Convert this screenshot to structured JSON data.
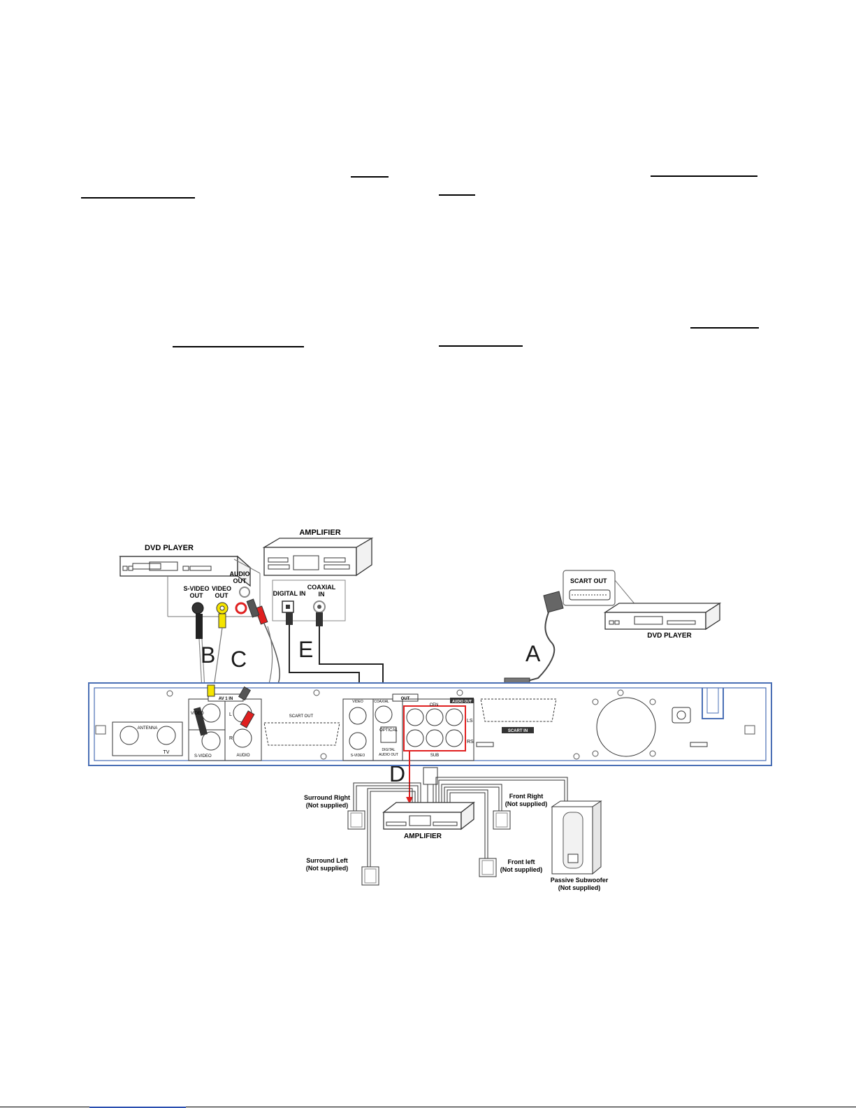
{
  "devices": {
    "dvd_player_left": "DVD PLAYER",
    "amplifier_top": "AMPLIFIER",
    "scart_out_device": "SCART OUT",
    "dvd_player_right": "DVD PLAYER",
    "amplifier_bottom": "AMPLIFIER"
  },
  "dvd_ports": {
    "svideo_out_1": "S-VIDEO",
    "svideo_out_2": "OUT",
    "video_out_1": "VIDEO",
    "video_out_2": "OUT",
    "audio_out_1": "AUDIO",
    "audio_out_2": "OUT"
  },
  "amp_ports": {
    "digital_in": "DIGITAL IN",
    "coaxial_in_1": "COAXIAL",
    "coaxial_in_2": "IN"
  },
  "connection_letters": {
    "a": "A",
    "b": "B",
    "c": "C",
    "d": "D",
    "e": "E"
  },
  "rear_panel": {
    "antenna": "ANTENNA",
    "tv": "TV",
    "av1_in": "AV 1 IN",
    "video": "VIDEO",
    "s_video": "S-VIDEO",
    "l": "L",
    "r": "R",
    "audio": "AUDIO",
    "scart_out": "SCART OUT",
    "video_b": "VIDEO",
    "s_video_b": "S-VIDEO",
    "coaxial": "COAXIAL",
    "out": "OUT",
    "optical": "OPTICAL",
    "digital_audio_out_1": "DIGITAL",
    "digital_audio_out_2": "AUDIO OUT",
    "cen": "CEN",
    "audio_out": "AUDIO OUT",
    "ls": "LS",
    "rs": "RS",
    "sub": "SUB",
    "scart_in": "SCART IN"
  },
  "speakers": {
    "surround_right_1": "Surround Right",
    "surround_right_2": "(Not supplied)",
    "surround_left_1": "Surround Left",
    "surround_left_2": "(Not supplied)",
    "front_right_1": "Front  Right",
    "front_right_2": "(Not supplied)",
    "front_left_1": "Front left",
    "front_left_2": "(Not supplied)",
    "subwoofer_1": "Passive Subwoofer",
    "subwoofer_2": "(Not supplied)"
  },
  "colors": {
    "panel_blue": "#4a6fb5",
    "highlight_red": "#e02020",
    "rca_yellow": "#f5e400",
    "rca_red": "#e02020"
  }
}
